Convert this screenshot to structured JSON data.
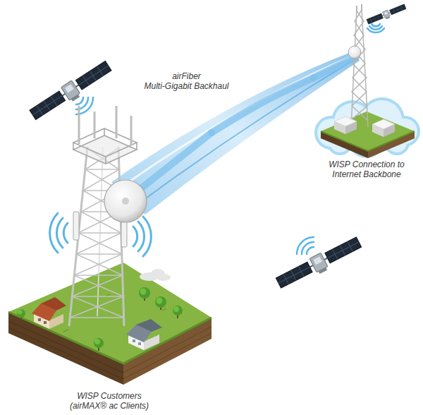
{
  "diagram": {
    "nodes": [
      {
        "text": [
          "WISP Connection to Internet Backbone"
        ]
      },
      {
        "text": [
          "WISP Customers (airMAX® ac Clients)"
        ]
      }
    ],
    "edges": [
      {
        "from": 1,
        "to": 0,
        "arrow": "none",
        "label": "airFiber Multi-Gigabit Backhaul"
      }
    ]
  }
}
